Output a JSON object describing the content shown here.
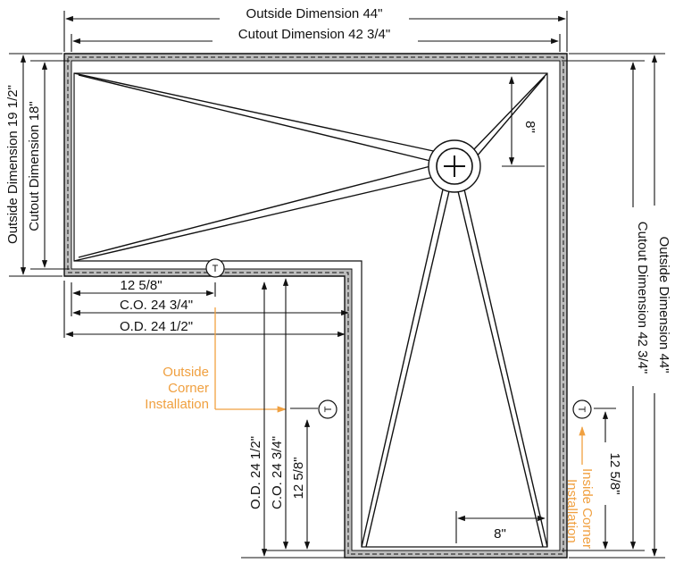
{
  "dimensions": {
    "outside_width": "Outside Dimension 44\"",
    "cutout_width": "Cutout Dimension 42 3/4\"",
    "outside_left_height": "Outside Dimension 19 1/2\"",
    "cutout_left_height": "Cutout Dimension 18\"",
    "outside_right_height": "Outside Dimension 44\"",
    "cutout_right_height": "Cutout Dimension 42 3/4\"",
    "drain_offset_vertical": "8\"",
    "drain_offset_horizontal": "8\"",
    "threshold_horizontal": "12 5/8\"",
    "co_horizontal": "C.O. 24 3/4\"",
    "od_horizontal": "O.D. 24 1/2\"",
    "od_vertical": "O.D. 24 1/2\"",
    "co_vertical": "C.O. 24 3/4\"",
    "threshold_vertical": "12 5/8\"",
    "threshold_right": "12 5/8\""
  },
  "notes": {
    "outside_corner": [
      "Outside",
      "Corner",
      "Installation"
    ],
    "inside_corner": [
      "Inside Corner",
      "Installation"
    ]
  },
  "markers": {
    "threshold_symbol": "T"
  },
  "colors": {
    "line": "#111111",
    "flange": "#bdbdbd",
    "annotation": "#f0a040"
  }
}
